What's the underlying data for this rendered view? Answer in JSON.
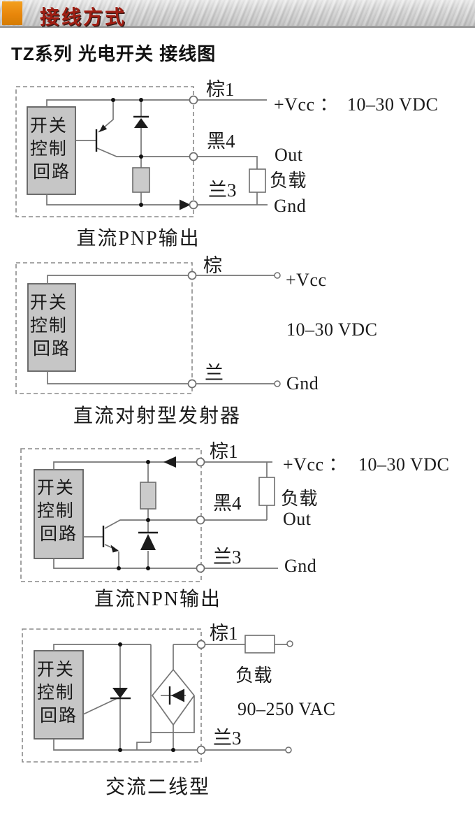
{
  "header": {
    "title": "接线方式",
    "accent_color": "#E8860B",
    "title_color": "#A01D12"
  },
  "page": {
    "subtitle": "TZ系列 光电开关 接线图"
  },
  "control_box_label": [
    "开关",
    "控制",
    "回路"
  ],
  "diagrams": [
    {
      "id": "dc-pnp-output",
      "caption": "直流PNP输出",
      "wires": {
        "brown": "棕1",
        "black": "黑4",
        "blue": "兰3"
      },
      "annotations": {
        "vcc": "+Vcc ：",
        "range": "10–30 VDC",
        "out": "Out",
        "load": "负载",
        "gnd": "Gnd"
      }
    },
    {
      "id": "dc-through-beam-emitter",
      "caption": "直流对射型发射器",
      "wires": {
        "brown": "棕",
        "blue": "兰"
      },
      "annotations": {
        "vcc": "+Vcc",
        "range": "10–30 VDC",
        "gnd": "Gnd"
      }
    },
    {
      "id": "dc-npn-output",
      "caption": "直流NPN输出",
      "wires": {
        "brown": "棕1",
        "black": "黑4",
        "blue": "兰3"
      },
      "annotations": {
        "vcc": "+Vcc ：",
        "range": "10–30 VDC",
        "load": "负载",
        "out": "Out",
        "gnd": "Gnd"
      }
    },
    {
      "id": "ac-two-wire",
      "caption": "交流二线型",
      "wires": {
        "brown": "棕1",
        "blue": "兰3"
      },
      "annotations": {
        "load": "负载",
        "range": "90–250 VAC"
      }
    }
  ]
}
